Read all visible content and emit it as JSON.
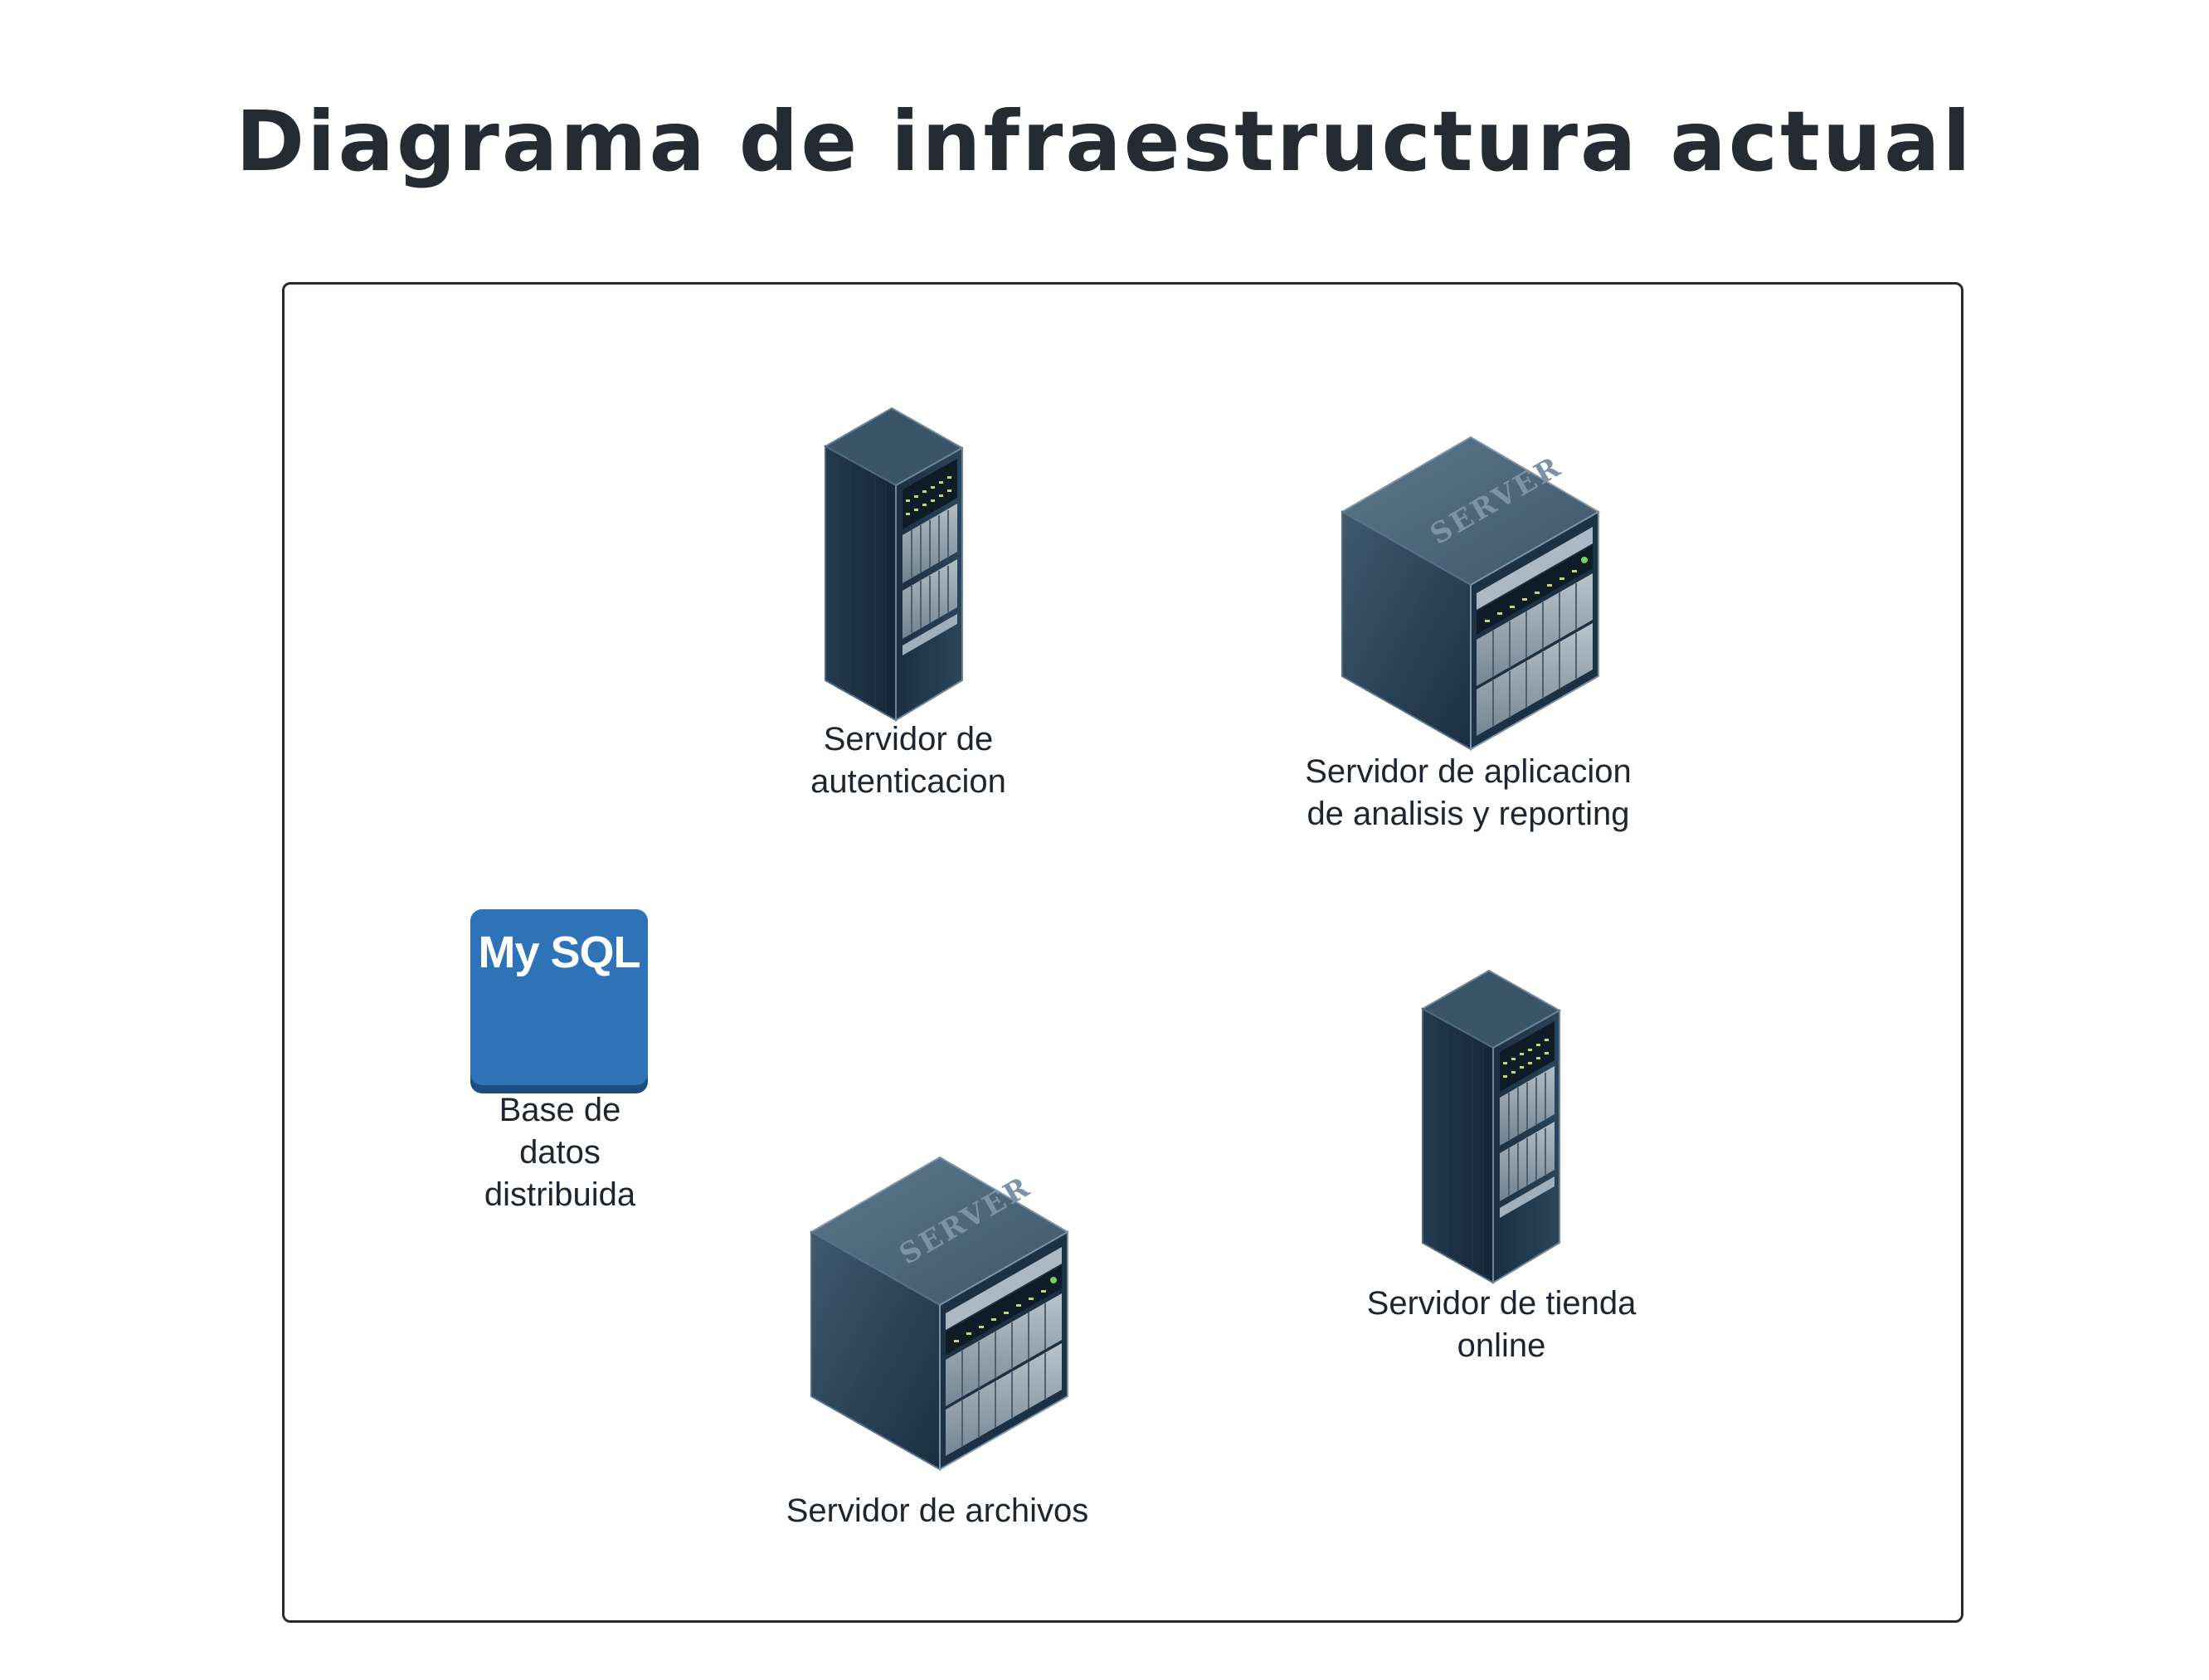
{
  "title": "Diagrama de infraestructura actual",
  "nodes": {
    "auth_server": {
      "label": "Servidor de\nautenticacion",
      "icon": "rack-server-icon"
    },
    "analytics_server": {
      "label": "Servidor de aplicacion\nde analisis y reporting",
      "icon": "server-box-icon",
      "box_text": "SERVER"
    },
    "database": {
      "label": "Base de\ndatos\ndistribuida",
      "icon": "mysql-icon",
      "icon_text": "My SQL"
    },
    "store_server": {
      "label": "Servidor de tienda\nonline",
      "icon": "rack-server-icon"
    },
    "file_server": {
      "label": "Servidor de archivos",
      "icon": "server-box-icon",
      "box_text": "SERVER"
    }
  },
  "colors": {
    "server_dark": "#1e3347",
    "server_mid": "#4b6478",
    "mysql_blue": "#2e73b8",
    "frame": "#262b33"
  }
}
